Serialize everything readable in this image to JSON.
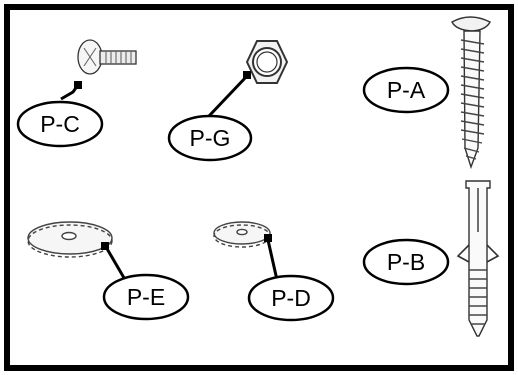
{
  "parts": [
    {
      "id": "P-C",
      "label": "P-C",
      "icon": "pan-head-screw-icon"
    },
    {
      "id": "P-G",
      "label": "P-G",
      "icon": "hex-nut-icon"
    },
    {
      "id": "P-A",
      "label": "P-A",
      "icon": "wood-screw-icon"
    },
    {
      "id": "P-E",
      "label": "P-E",
      "icon": "large-washer-icon"
    },
    {
      "id": "P-D",
      "label": "P-D",
      "icon": "small-washer-icon"
    },
    {
      "id": "P-B",
      "label": "P-B",
      "icon": "wall-anchor-icon"
    }
  ]
}
